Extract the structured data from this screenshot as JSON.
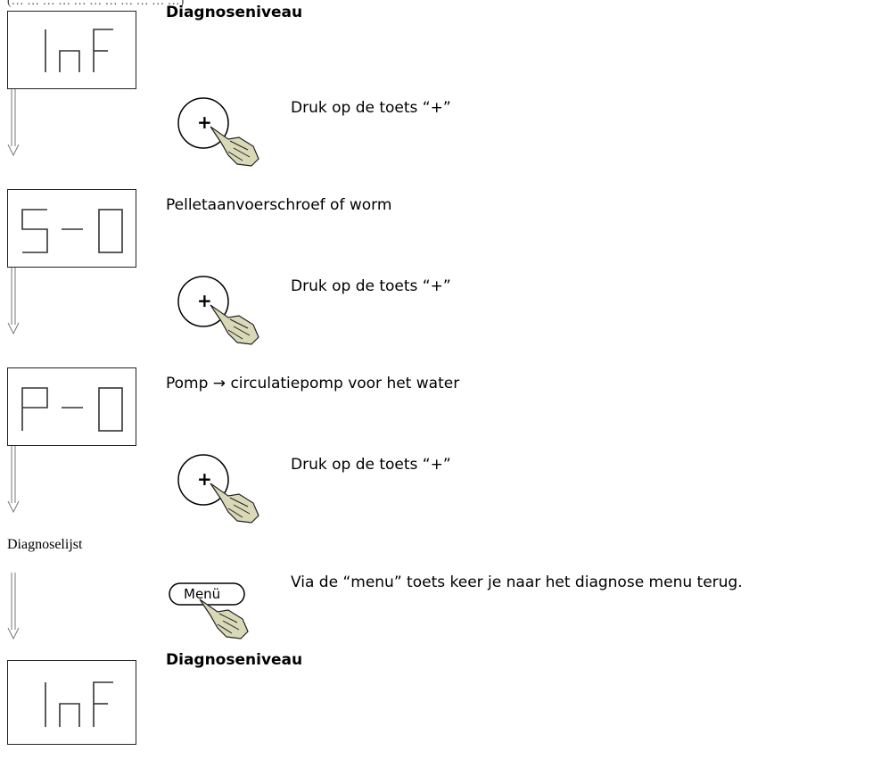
{
  "header_fragment": "(… … … … … … … … … … …)",
  "steps": [
    {
      "display": "InF",
      "caption": "Diagnoseniveau"
    },
    {
      "action_button": "+",
      "action_text": "Druk op de toets “+”"
    },
    {
      "display": "S-0",
      "caption": "Pelletaanvoerschroef of worm"
    },
    {
      "action_button": "+",
      "action_text": "Druk op de toets “+”"
    },
    {
      "display": "P-0",
      "caption": "Pomp → circulatiepomp voor het water"
    },
    {
      "action_button": "+",
      "action_text": "Druk op de toets “+”"
    }
  ],
  "list_label": "Diagnoselijst",
  "menu_step": {
    "button_label": "Menü",
    "action_text": "Via de “menu” toets keer je naar het diagnose menu terug."
  },
  "final_step": {
    "display": "InF",
    "caption": "Diagnoseniveau"
  }
}
